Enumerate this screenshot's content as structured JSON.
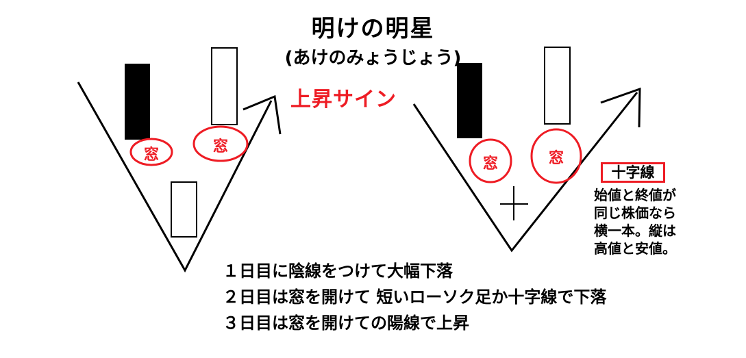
{
  "title": "明けの明星",
  "subtitle": "(あけのみょうじょう)",
  "signal": "上昇サイン",
  "window_label": "窓",
  "doji": {
    "label": "十字線",
    "description": [
      "始値と終値が",
      "同じ株価なら",
      "横一本。縦は",
      "高値と安値。"
    ]
  },
  "explanations": [
    "１日目に陰線をつけて大幅下落",
    "２日目は窓を開けて 短いローソク足か十字線で下落",
    "３日目は窓を開けての陽線で上昇"
  ],
  "colors": {
    "accent": "#ee1c24",
    "ink": "#000000"
  }
}
